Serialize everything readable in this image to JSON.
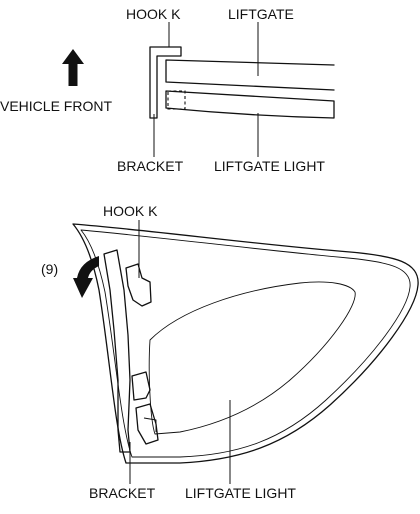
{
  "top_view": {
    "hook_label": "HOOK K",
    "liftgate_label": "LIFTGATE",
    "direction_label": "VEHICLE FRONT",
    "bracket_label": "BRACKET",
    "light_label": "LIFTGATE LIGHT"
  },
  "bottom_view": {
    "hook_label": "HOOK K",
    "step_label": "(9)",
    "bracket_label": "BRACKET",
    "light_label": "LIFTGATE LIGHT"
  }
}
